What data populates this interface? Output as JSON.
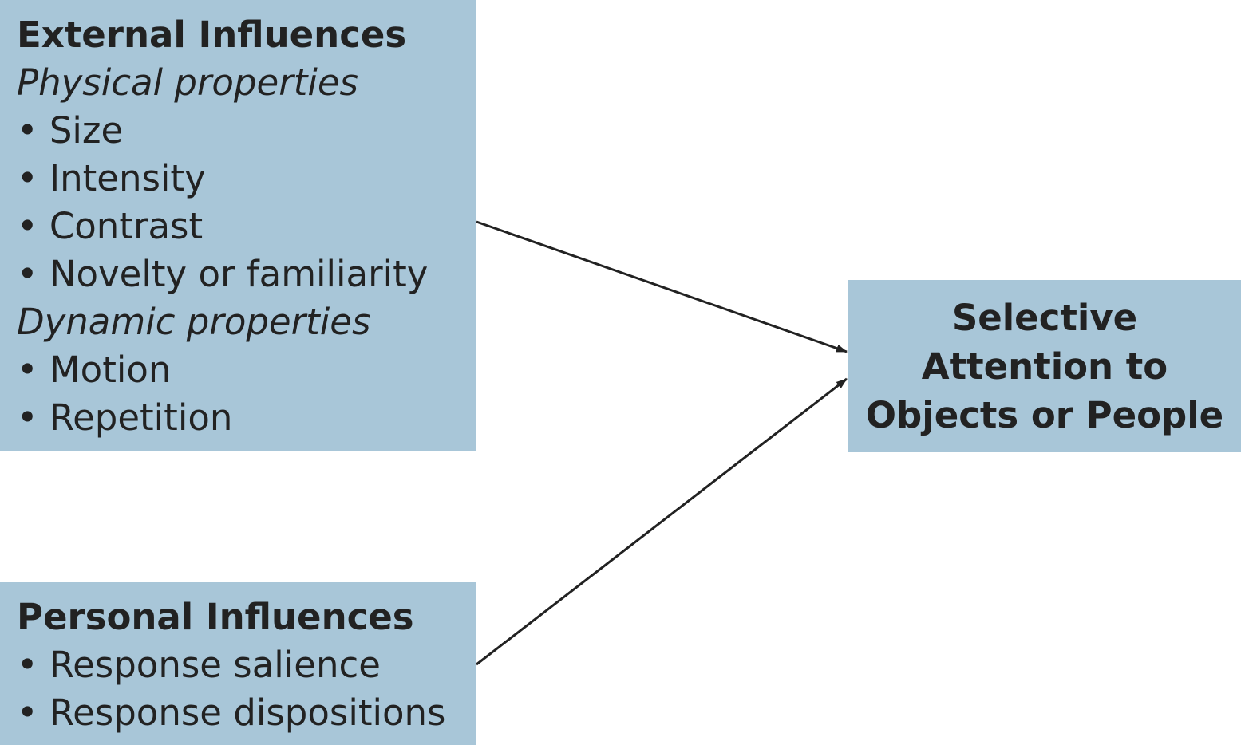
{
  "external": {
    "title": "External Influences",
    "physical_heading": "Physical properties",
    "physical_items": [
      "• Size",
      "• Intensity",
      "• Contrast",
      "• Novelty or familiarity"
    ],
    "dynamic_heading": "Dynamic properties",
    "dynamic_items": [
      "• Motion",
      "• Repetition"
    ]
  },
  "personal": {
    "title": "Personal Influences",
    "items": [
      "• Response salience",
      "• Response dispositions"
    ]
  },
  "target": {
    "title": "Selective Attention to Objects or People"
  },
  "colors": {
    "box_fill": "#a8c6d8",
    "text": "#222222",
    "arrow": "#222222"
  }
}
